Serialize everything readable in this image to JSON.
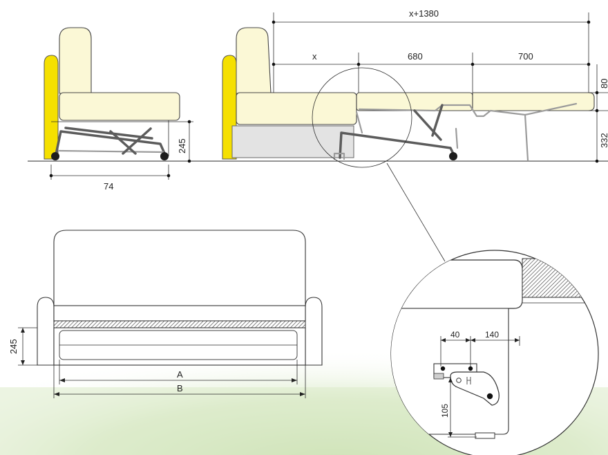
{
  "dimensions": {
    "total_length": "x+1380",
    "x": "x",
    "seg_680": "680",
    "seg_700": "700",
    "mattress_thickness": "80",
    "floor_to_sleep": "332",
    "side_height": "245",
    "side_depth": "74",
    "front_height": "245",
    "width_inner": "A",
    "width_outer": "B",
    "detail_40": "40",
    "detail_140": "140",
    "detail_105": "105"
  },
  "colors": {
    "armrest": "#f5e000",
    "cushion": "#fbf8d6",
    "frame": "#5c5c5c",
    "background_green": "#cfe3b8"
  },
  "icons": [
    "sofa-side-view",
    "sofa-unfolded-view",
    "sofa-front-view",
    "mechanism-detail-circle"
  ]
}
